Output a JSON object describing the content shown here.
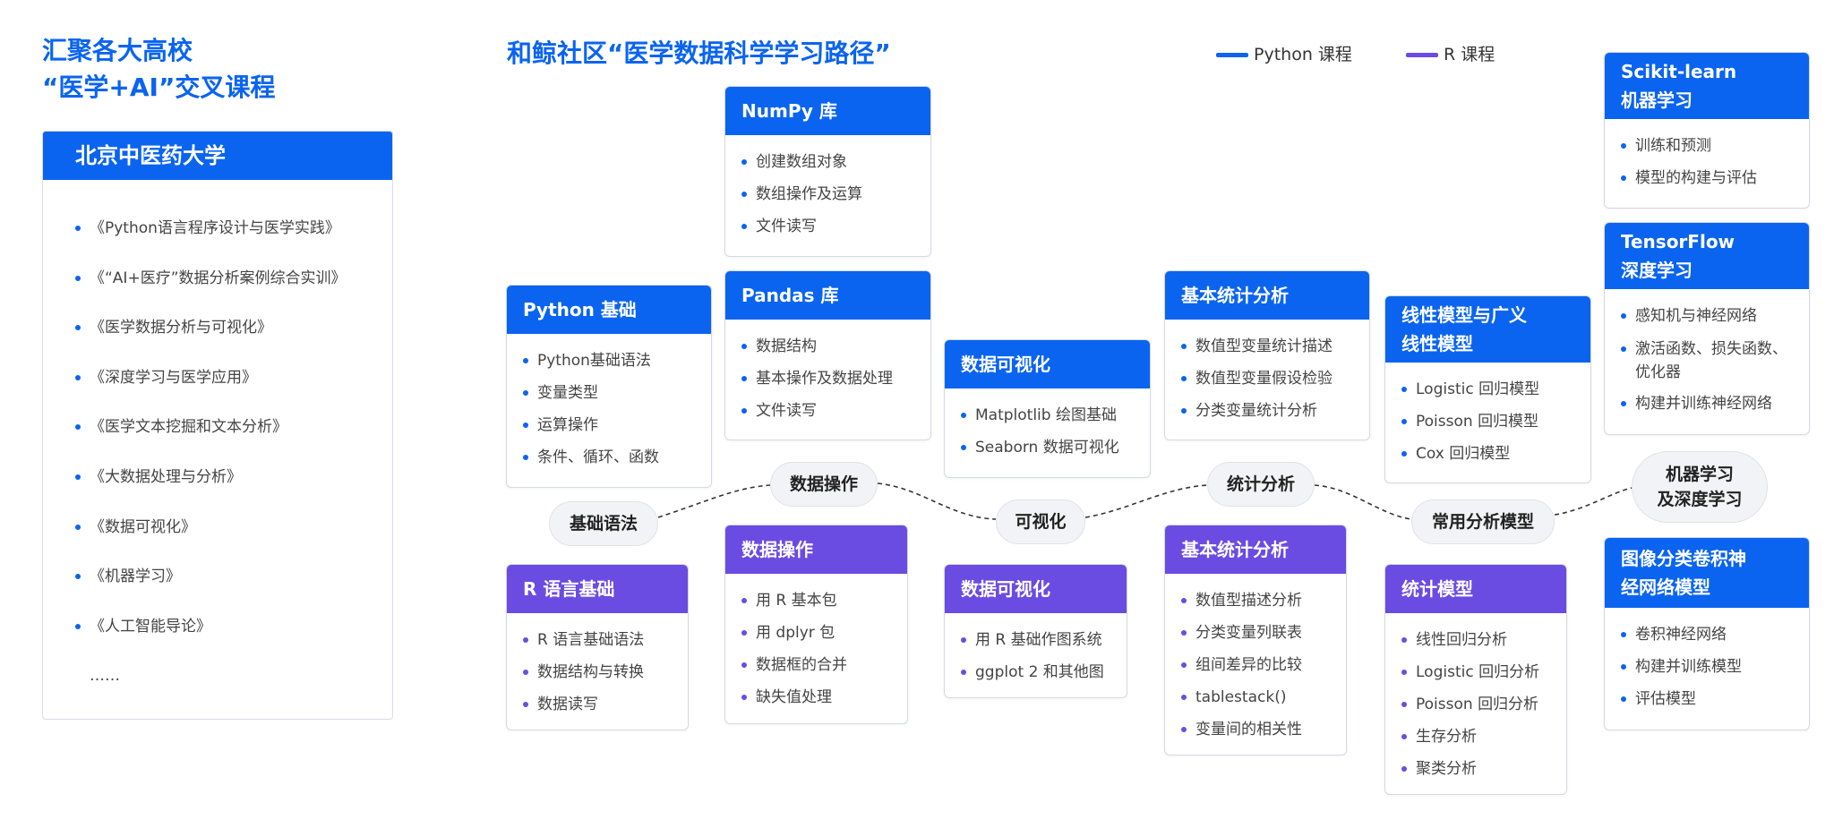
{
  "left": {
    "title_line1": "汇聚各大高校",
    "title_line2": "“医学+AI”交叉课程",
    "university": "北京中医药大学",
    "courses": [
      "《Python语言程序设计与医学实践》",
      "《“AI+医疗”数据分析案例综合实训》",
      "《医学数据分析与可视化》",
      "《深度学习与医学应用》",
      "《医学文本挖掘和文本分析》",
      "《大数据处理与分析》",
      "《数据可视化》",
      "《机器学习》",
      "《人工智能导论》",
      "……"
    ]
  },
  "title": "和鲸社区“医学数据科学学习路径”",
  "legend": {
    "python": "Python 课程",
    "r": "R 课程",
    "python_color": "#0a64f0",
    "r_color": "#6a4ce2"
  },
  "stages": [
    "基础语法",
    "数据操作",
    "可视化",
    "统计分析",
    "常用分析模型",
    "机器学习及深度学习"
  ],
  "stage_lines": {
    "ml_line1": "机器学习",
    "ml_line2": "及深度学习"
  },
  "python_cards": {
    "numpy": {
      "title": "NumPy 库",
      "items": [
        "创建数组对象",
        "数组操作及运算",
        "文件读写"
      ]
    },
    "python_basic": {
      "title": "Python 基础",
      "items": [
        "Python基础语法",
        "变量类型",
        "运算操作",
        "条件、循环、函数"
      ]
    },
    "pandas": {
      "title": "Pandas 库",
      "items": [
        "数据结构",
        "基本操作及数据处理",
        "文件读写"
      ]
    },
    "viz": {
      "title": "数据可视化",
      "items": [
        "Matplotlib 绘图基础",
        "Seaborn 数据可视化"
      ]
    },
    "stats": {
      "title": "基本统计分析",
      "items": [
        "数值型变量统计描述",
        "数值型变量假设检验",
        "分类变量统计分析"
      ]
    },
    "linear": {
      "title_line1": "线性模型与广义",
      "title_line2": "线性模型",
      "items": [
        "Logistic 回归模型",
        "Poisson 回归模型",
        "Cox 回归模型"
      ]
    },
    "sklearn": {
      "title_line1": "Scikit-learn",
      "title_line2": "机器学习",
      "items": [
        "训练和预测",
        "模型的构建与评估"
      ]
    },
    "tensorflow": {
      "title_line1": "TensorFlow",
      "title_line2": "深度学习",
      "items": [
        "感知机与神经网络",
        "激活函数、损失函数、优化器",
        "构建并训练神经网络"
      ]
    }
  },
  "r_cards": {
    "r_basic": {
      "title": "R 语言基础",
      "items": [
        "R 语言基础语法",
        "数据结构与转换",
        "数据读写"
      ]
    },
    "data_ops": {
      "title": "数据操作",
      "items": [
        "用 R 基本包",
        "用 dplyr 包",
        "数据框的合并",
        "缺失值处理"
      ]
    },
    "viz": {
      "title": "数据可视化",
      "items": [
        "用 R 基础作图系统",
        "ggplot 2 和其他图"
      ]
    },
    "stats": {
      "title": "基本统计分析",
      "items": [
        "数值型描述分析",
        "分类变量列联表",
        "组间差异的比较",
        "tablestack()",
        "变量间的相关性"
      ]
    },
    "models": {
      "title": "统计模型",
      "items": [
        "线性回归分析",
        "Logistic 回归分析",
        "Poisson 回归分析",
        "生存分析",
        "聚类分析"
      ]
    },
    "cnn": {
      "title_line1": "图像分类卷积神",
      "title_line2": "经网络模型",
      "items": [
        "卷积神经网络",
        "构建并训练模型",
        "评估模型"
      ]
    }
  }
}
